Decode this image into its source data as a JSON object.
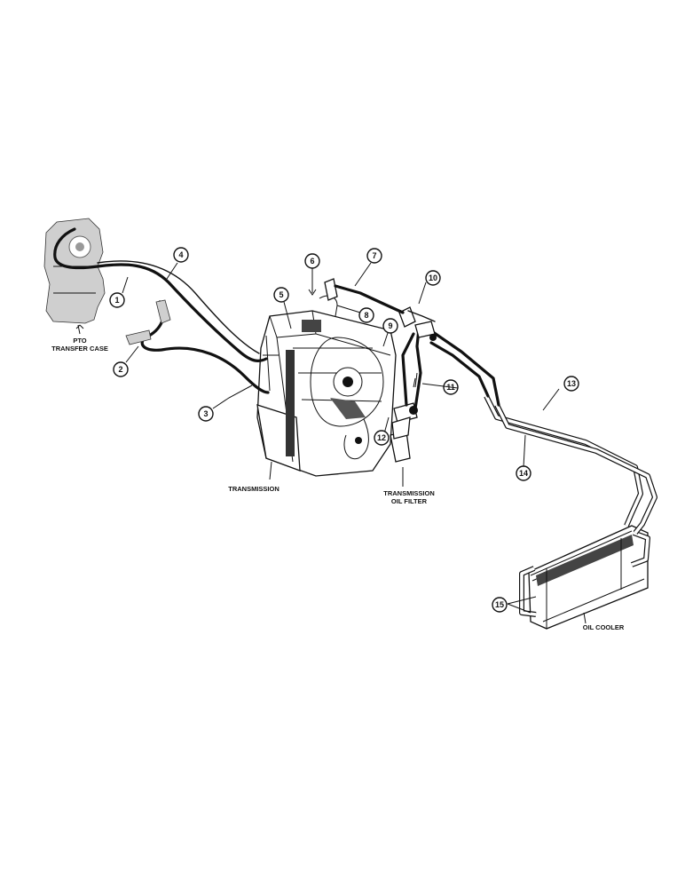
{
  "labels": {
    "pto_line1": "PTO",
    "pto_line2": "TRANSFER CASE",
    "transmission": "TRANSMISSION",
    "filter_line1": "TRANSMISSION",
    "filter_line2": "OIL FILTER",
    "oil_cooler": "OIL COOLER"
  },
  "callouts": [
    "1",
    "2",
    "3",
    "4",
    "5",
    "6",
    "7",
    "8",
    "9",
    "10",
    "11",
    "12",
    "13",
    "14",
    "15"
  ]
}
